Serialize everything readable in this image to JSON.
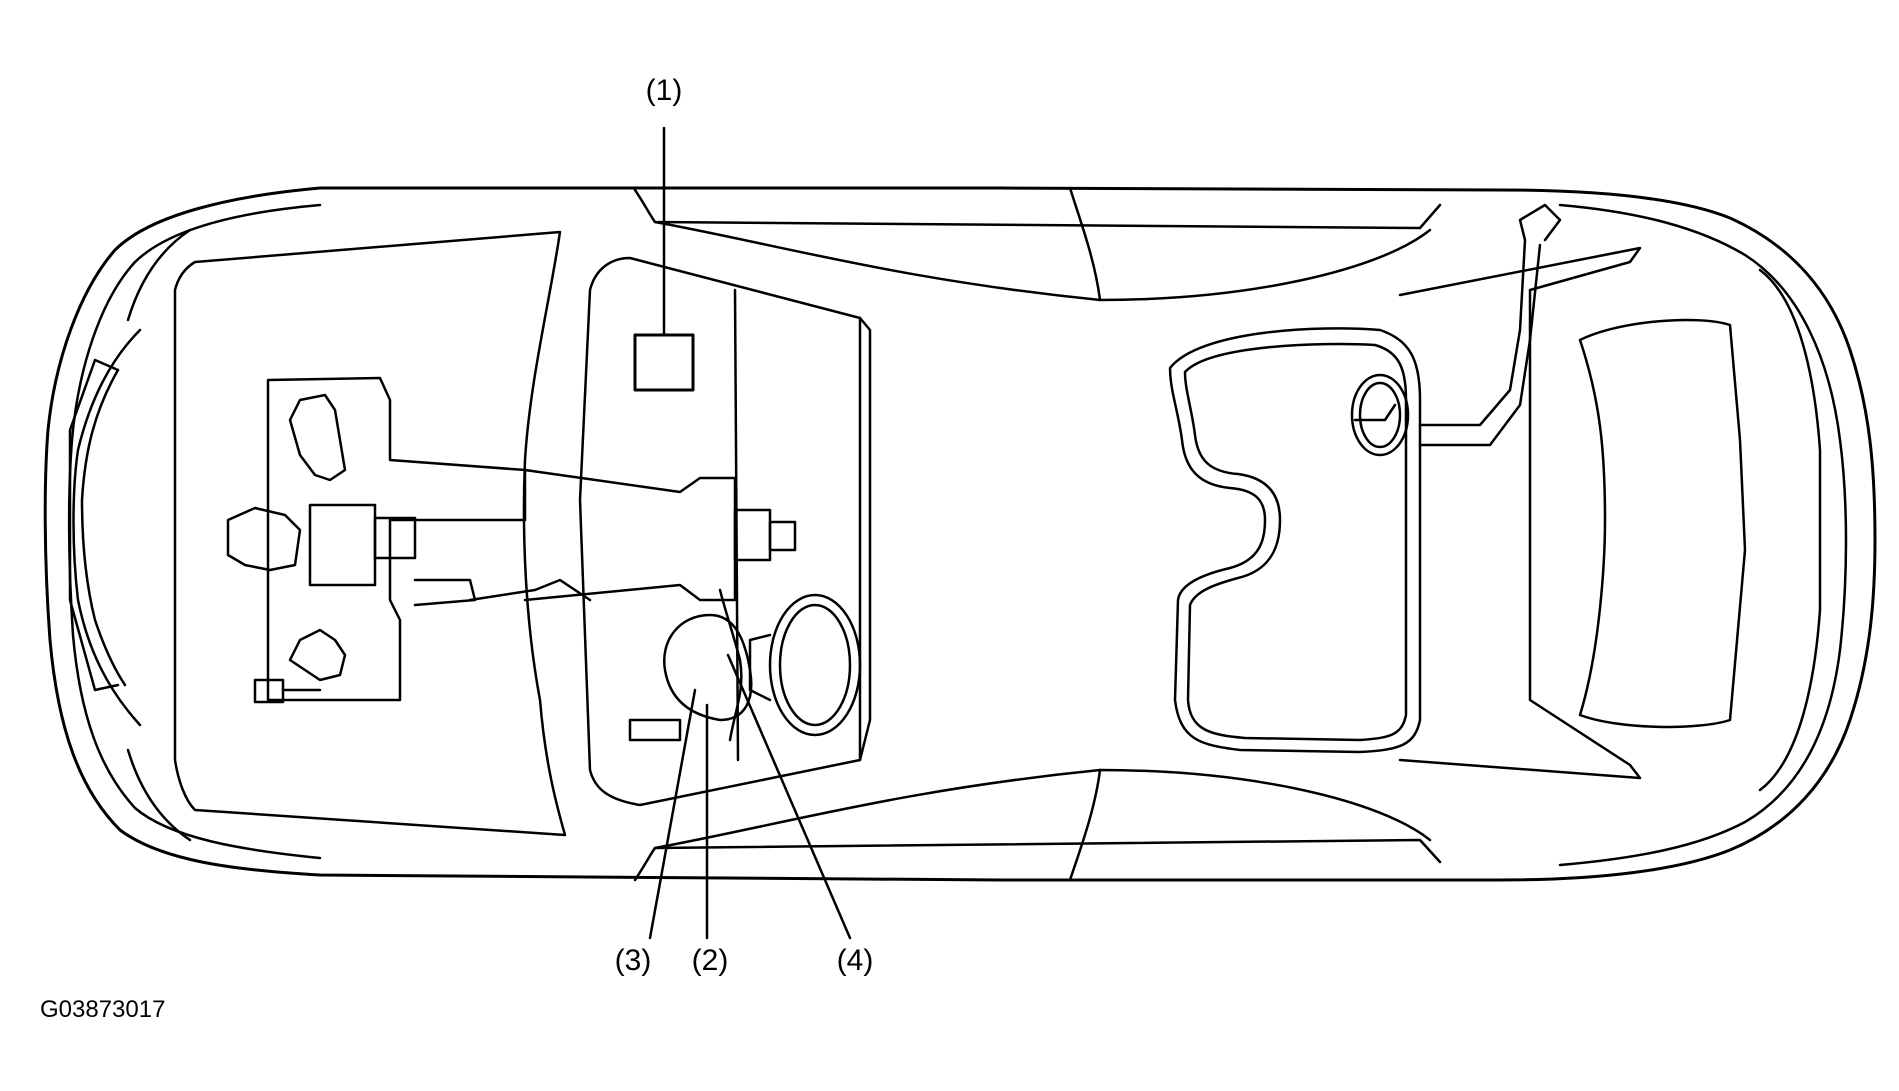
{
  "callouts": [
    {
      "id": "c1",
      "label": "(1)",
      "target": "box-component"
    },
    {
      "id": "c2",
      "label": "(2)",
      "target": "round-component"
    },
    {
      "id": "c3",
      "label": "(3)",
      "target": "round-component-edge"
    },
    {
      "id": "c4",
      "label": "(4)",
      "target": "harness-line"
    }
  ],
  "figure_id": "G03873017",
  "colors": {
    "line": "#000000",
    "background": "#ffffff"
  }
}
